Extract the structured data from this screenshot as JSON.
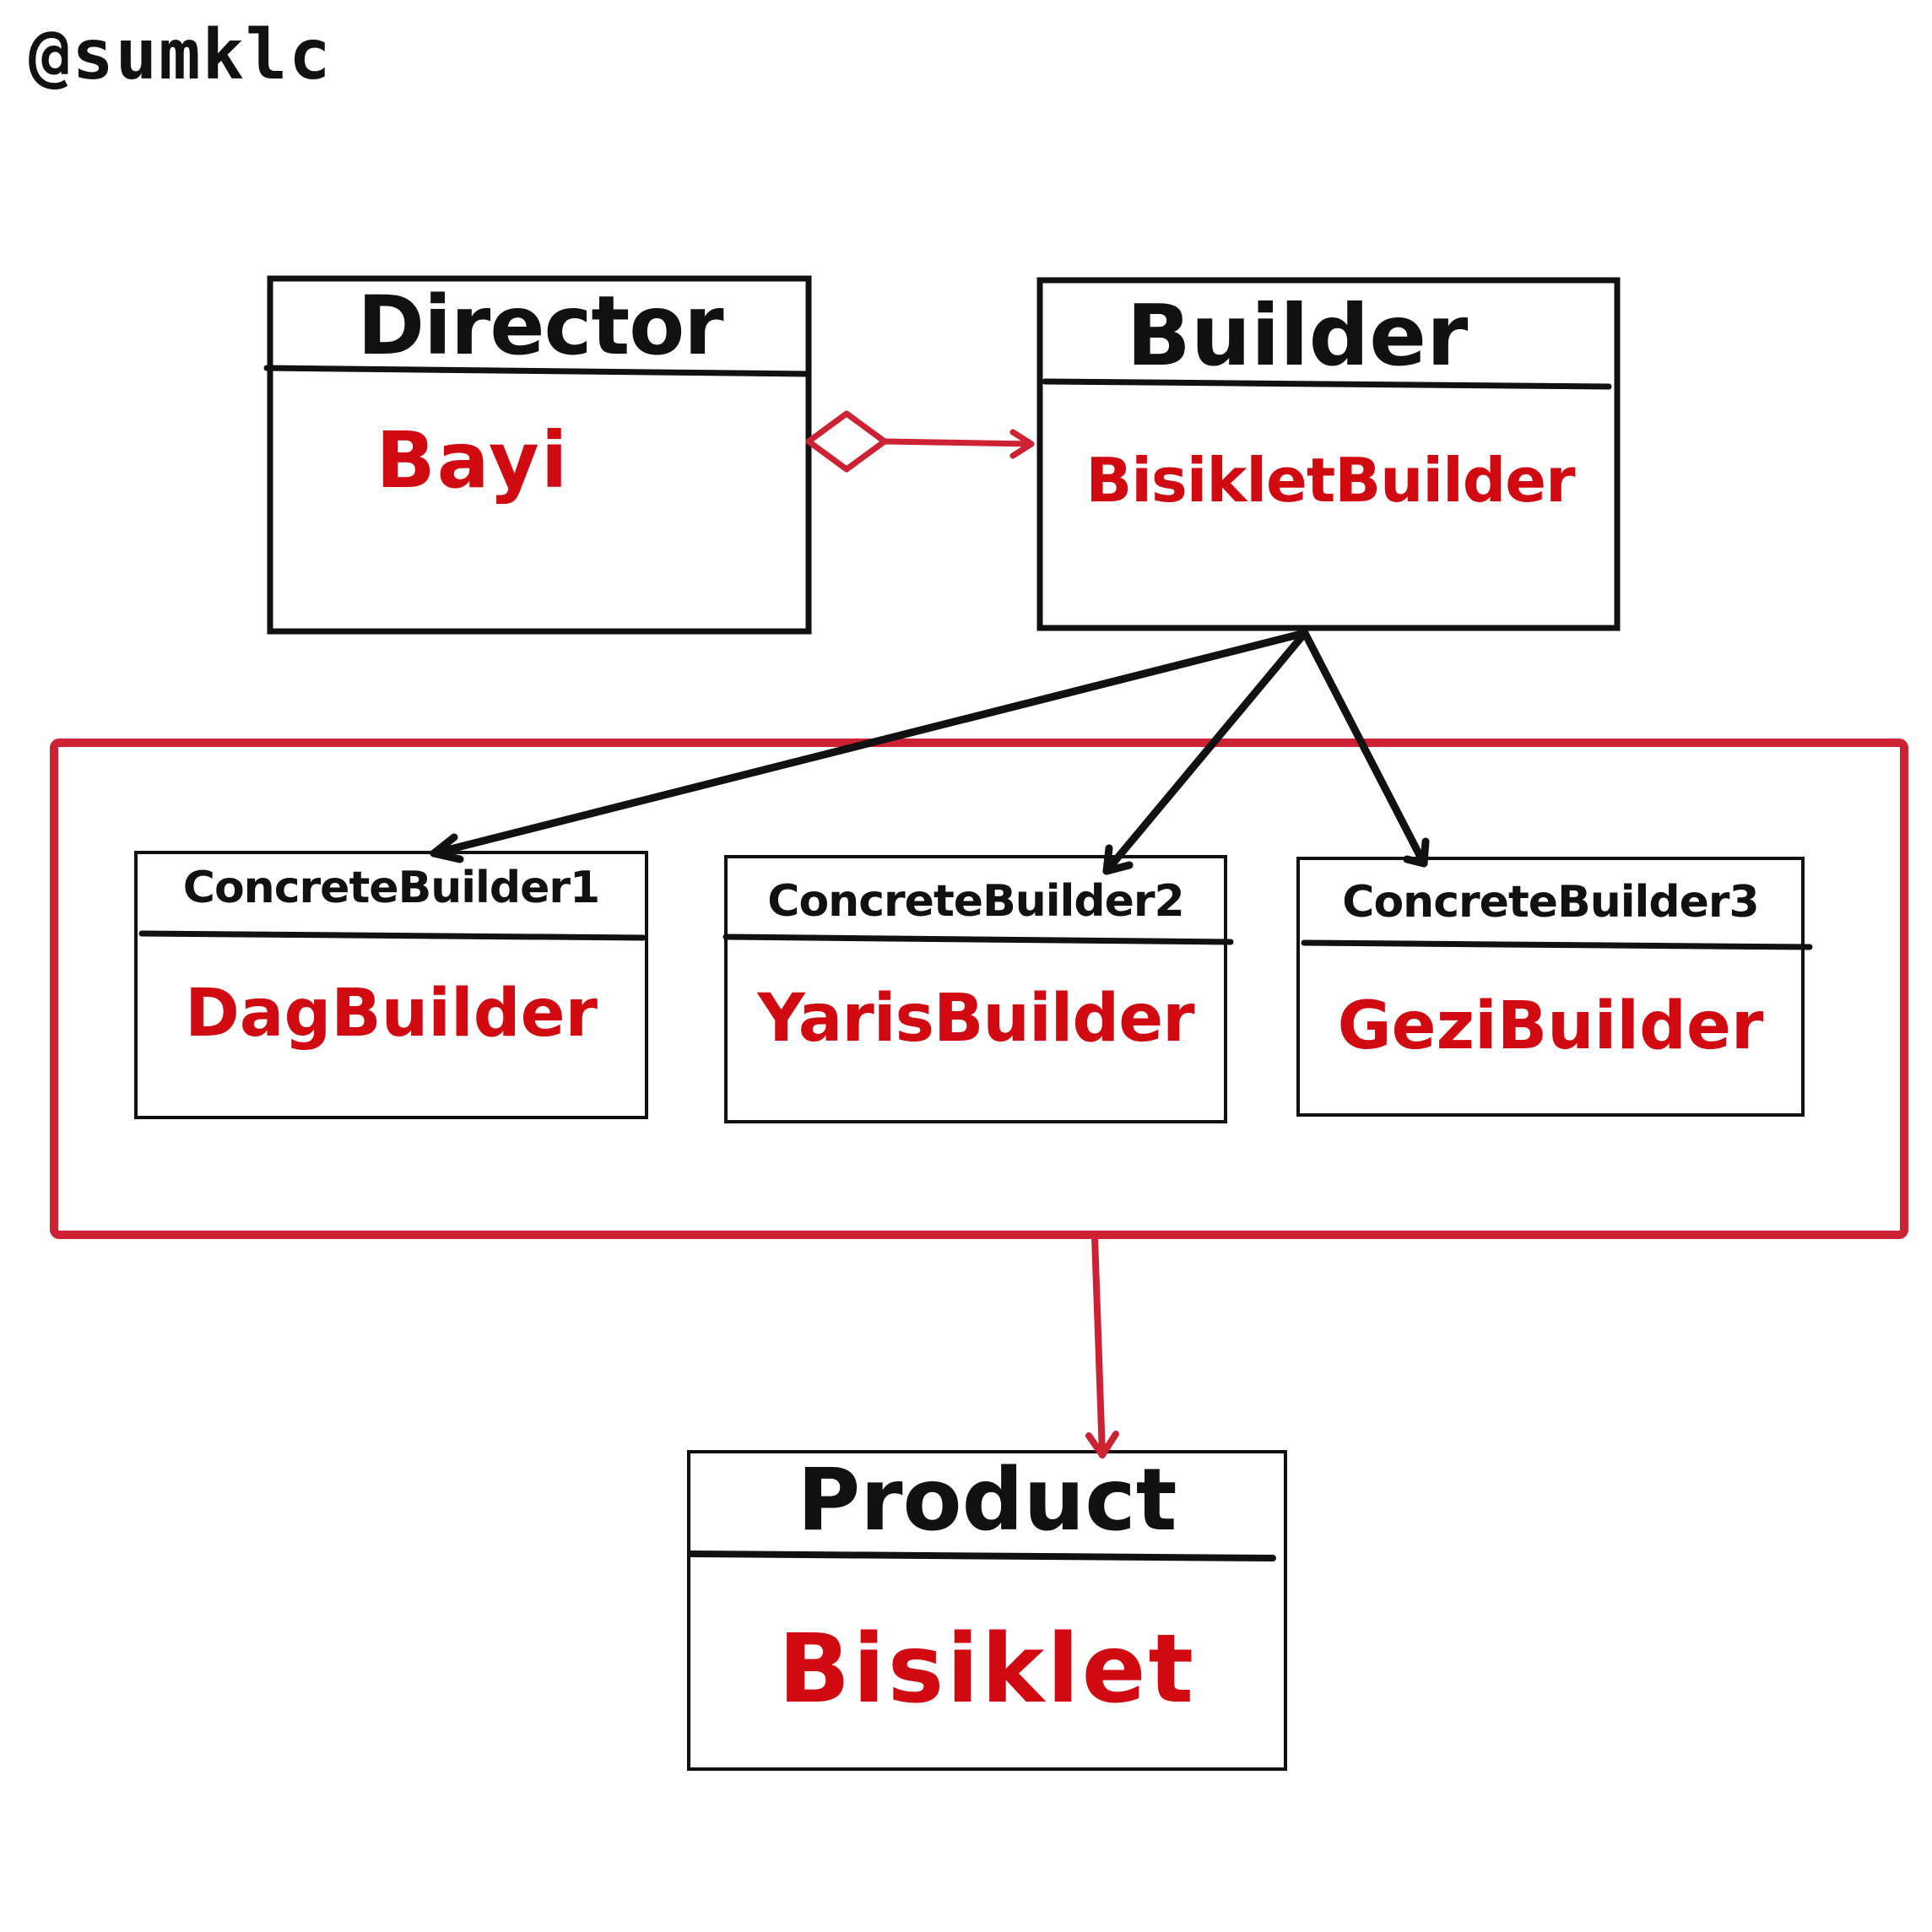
{
  "watermark": "@sumklc",
  "colors": {
    "ink": "#111111",
    "class_name_red": "#d10a11",
    "highlight_frame": "#cc2233"
  },
  "classes": {
    "director": {
      "role": "Director",
      "name": "Bayi"
    },
    "builder": {
      "role": "Builder",
      "name": "BisikletBuilder"
    },
    "concrete_builder_1": {
      "role": "ConcreteBuilder1",
      "name": "DagBuilder"
    },
    "concrete_builder_2": {
      "role": "ConcreteBuilder2",
      "name": "YarisBuilder"
    },
    "concrete_builder_3": {
      "role": "ConcreteBuilder3",
      "name": "GeziBuilder"
    },
    "product": {
      "role": "Product",
      "name": "Bisiklet"
    }
  }
}
